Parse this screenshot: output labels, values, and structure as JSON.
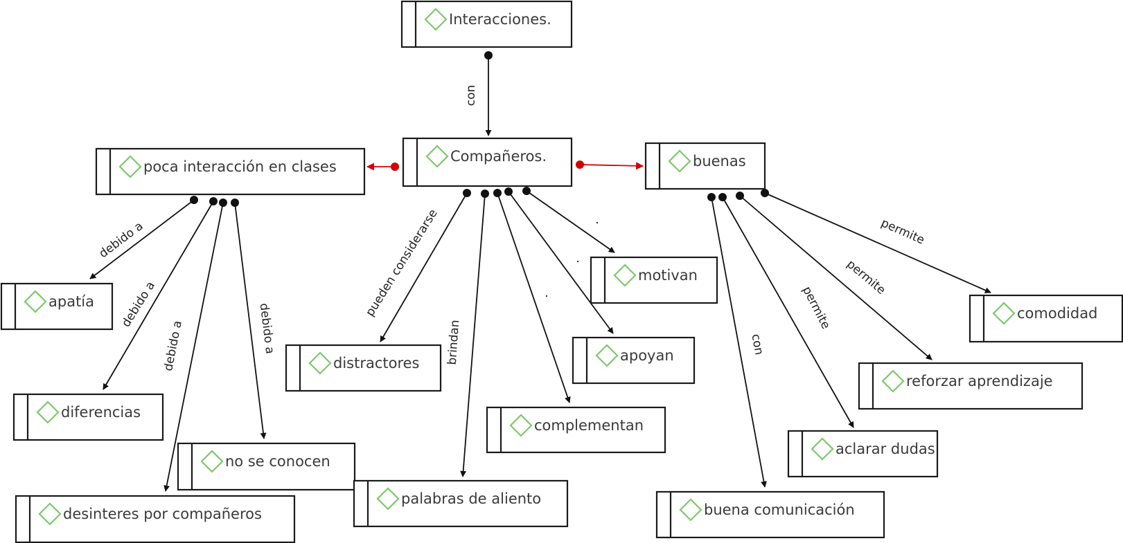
{
  "diagram": {
    "title": "Interacciones.",
    "colors": {
      "node_icon": "#7cc86a",
      "node_border": "#1a1a1a",
      "node_text": "#3a3a3a",
      "edge": "#111111",
      "edge_highlight": "#d40000"
    },
    "nodes": [
      {
        "id": "interacciones",
        "label": "Interacciones.",
        "icon": "diamond-icon"
      },
      {
        "id": "companeros",
        "label": "Compañeros.",
        "icon": "diamond-icon"
      },
      {
        "id": "poca",
        "label": "poca interacción en clases",
        "icon": "diamond-icon"
      },
      {
        "id": "buenas",
        "label": "buenas",
        "icon": "diamond-icon"
      },
      {
        "id": "apatia",
        "label": "apatía",
        "icon": "diamond-icon"
      },
      {
        "id": "diferencias",
        "label": "diferencias",
        "icon": "diamond-icon"
      },
      {
        "id": "noseconocen",
        "label": "no se conocen",
        "icon": "diamond-icon"
      },
      {
        "id": "desinteres",
        "label": "desinteres por compañeros",
        "icon": "diamond-icon"
      },
      {
        "id": "distractores",
        "label": "distractores",
        "icon": "diamond-icon"
      },
      {
        "id": "palabras",
        "label": "palabras de aliento",
        "icon": "diamond-icon"
      },
      {
        "id": "complementan",
        "label": "complementan",
        "icon": "diamond-icon"
      },
      {
        "id": "apoyan",
        "label": "apoyan",
        "icon": "diamond-icon"
      },
      {
        "id": "motivan",
        "label": "motivan",
        "icon": "diamond-icon"
      },
      {
        "id": "comodidad",
        "label": "comodidad",
        "icon": "diamond-icon"
      },
      {
        "id": "reforzar",
        "label": "reforzar aprendizaje",
        "icon": "diamond-icon"
      },
      {
        "id": "aclarar",
        "label": "aclarar dudas",
        "icon": "diamond-icon"
      },
      {
        "id": "comunicacion",
        "label": "buena comunicación",
        "icon": "diamond-icon"
      }
    ],
    "edges": [
      {
        "from": "interacciones",
        "to": "companeros",
        "label": "con"
      },
      {
        "from": "companeros",
        "to": "poca",
        "label": "",
        "highlight": true
      },
      {
        "from": "companeros",
        "to": "buenas",
        "label": "",
        "highlight": true
      },
      {
        "from": "poca",
        "to": "apatia",
        "label": "debido a"
      },
      {
        "from": "poca",
        "to": "diferencias",
        "label": "debido a"
      },
      {
        "from": "poca",
        "to": "desinteres",
        "label": "debido a"
      },
      {
        "from": "poca",
        "to": "noseconocen",
        "label": "debido a"
      },
      {
        "from": "companeros",
        "to": "distractores",
        "label": "pueden considerarse"
      },
      {
        "from": "companeros",
        "to": "palabras",
        "label": "brindan"
      },
      {
        "from": "companeros",
        "to": "complementan",
        "label": ""
      },
      {
        "from": "companeros",
        "to": "apoyan",
        "label": ""
      },
      {
        "from": "companeros",
        "to": "motivan",
        "label": ""
      },
      {
        "from": "buenas",
        "to": "comunicacion",
        "label": "con"
      },
      {
        "from": "buenas",
        "to": "aclarar",
        "label": "permite"
      },
      {
        "from": "buenas",
        "to": "reforzar",
        "label": "permite"
      },
      {
        "from": "buenas",
        "to": "comodidad",
        "label": "permite"
      }
    ]
  }
}
